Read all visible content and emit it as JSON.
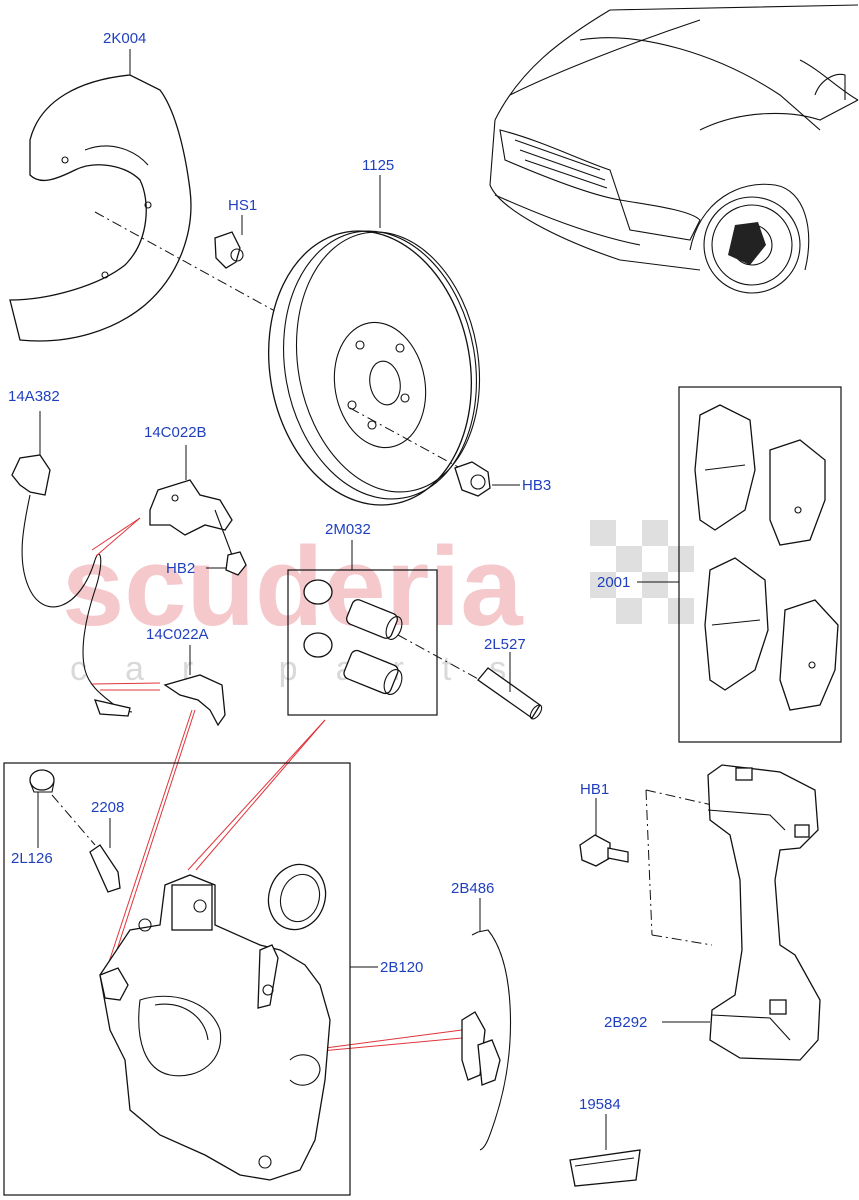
{
  "watermark": {
    "brand": "scuderia",
    "tagline": "car parts"
  },
  "callouts": {
    "c2K004": "2K004",
    "cHS1": "HS1",
    "c1125": "1125",
    "c14A382": "14A382",
    "c14C022B": "14C022B",
    "cHB2": "HB2",
    "c2M032": "2M032",
    "cHB3": "HB3",
    "c2001": "2001",
    "c14C022A": "14C022A",
    "c2L527": "2L527",
    "c2208": "2208",
    "c2L126": "2L126",
    "cHB1": "HB1",
    "c2B486": "2B486",
    "c2B120": "2B120",
    "c2B292": "2B292",
    "c19584": "19584"
  },
  "colors": {
    "callout_text": "#1f3fbf",
    "line_art": "#111111",
    "association_lines": "#e0343a",
    "watermark": "#f2b6bb"
  }
}
